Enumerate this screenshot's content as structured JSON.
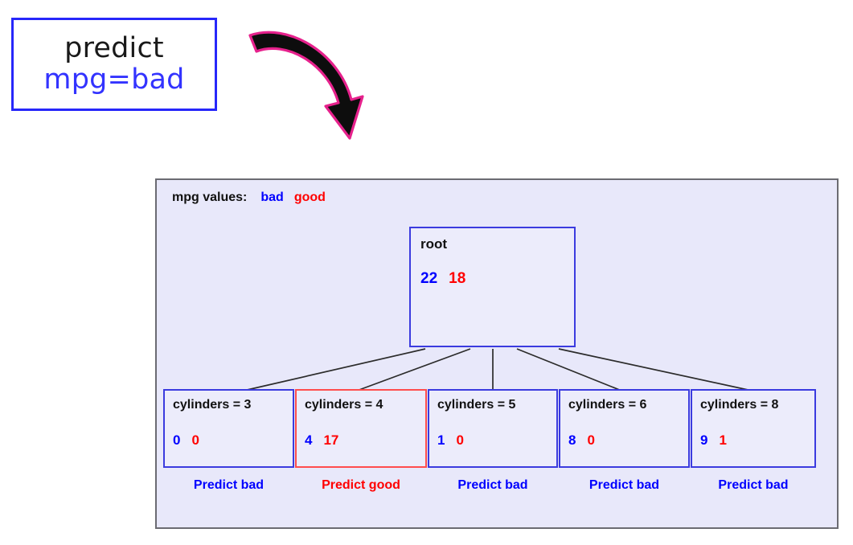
{
  "callout": {
    "line1": "predict",
    "line2": "mpg=bad",
    "border_color": "#2727fa",
    "line1_color": "#1a1a1a",
    "line2_color": "#3333ff"
  },
  "arrow": {
    "name": "curved-arrow",
    "fill_color": "#0d0d0d",
    "outline_color": "#e6218c"
  },
  "panel": {
    "background": "#e8e8fa",
    "border_color": "#6b6b72"
  },
  "legend": {
    "label": "mpg values:",
    "bad": "bad",
    "good": "good",
    "bad_color": "#0000ff",
    "good_color": "#ff0000"
  },
  "tree": {
    "root": {
      "title": "root",
      "bad": "22",
      "good": "18",
      "border_color": "#3b3bdf"
    },
    "leaves": [
      {
        "title": "cylinders = 3",
        "bad": "0",
        "good": "0",
        "predict": "Predict bad",
        "predict_class": "bad",
        "border_color": "#3b3bdf"
      },
      {
        "title": "cylinders = 4",
        "bad": "4",
        "good": "17",
        "predict": "Predict good",
        "predict_class": "good",
        "border_color": "#ff4d4d"
      },
      {
        "title": "cylinders = 5",
        "bad": "1",
        "good": "0",
        "predict": "Predict bad",
        "predict_class": "bad",
        "border_color": "#3b3bdf"
      },
      {
        "title": "cylinders = 6",
        "bad": "8",
        "good": "0",
        "predict": "Predict bad",
        "predict_class": "bad",
        "border_color": "#3b3bdf"
      },
      {
        "title": "cylinders = 8",
        "bad": "9",
        "good": "1",
        "predict": "Predict bad",
        "predict_class": "bad",
        "border_color": "#3b3bdf"
      }
    ]
  }
}
